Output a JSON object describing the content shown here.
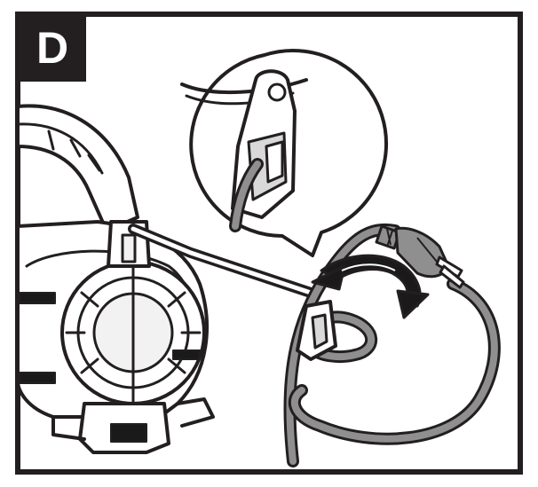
{
  "panel": {
    "step_letter": "D"
  },
  "colors": {
    "ink": "#231f20",
    "paper": "#ffffff",
    "cord_gray": "#8f8f8f",
    "body_gray": "#d9d9d9",
    "accent_black": "#1a1a1a"
  },
  "illustration": {
    "subject": "blower-cord-retainer",
    "detail_callout": "magnified-cord-hook"
  }
}
